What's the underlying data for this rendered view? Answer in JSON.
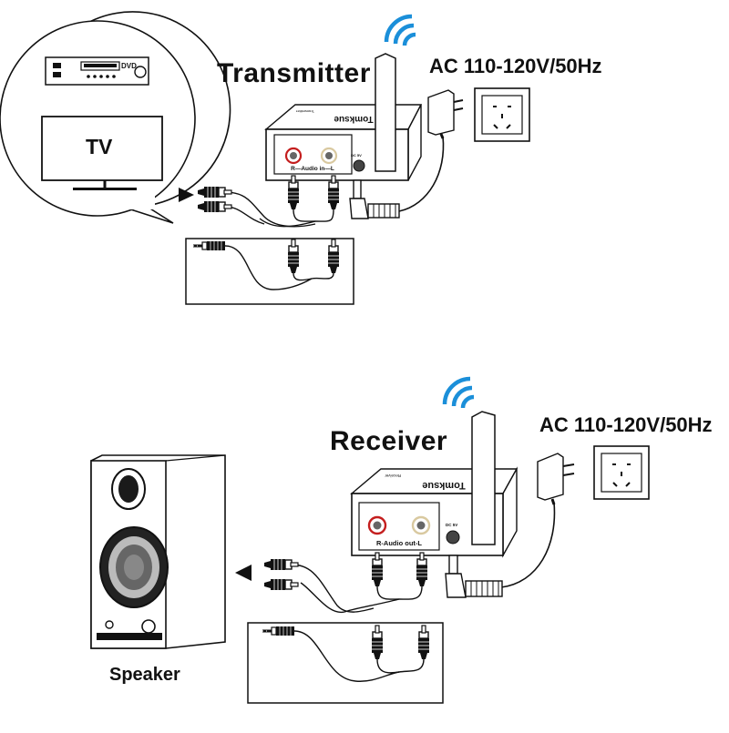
{
  "transmitter": {
    "title": "Transmitter",
    "power_label": "AC 110-120V/50Hz",
    "brand": "Tomksue",
    "model": "Transmitter",
    "port_label": "R—Audio in—L",
    "dc_label": "DC 5V"
  },
  "receiver": {
    "title": "Receiver",
    "power_label": "AC 110-120V/50Hz",
    "brand": "Tomksue",
    "model": "Receiver",
    "port_label": "R-Audio out-L",
    "dc_label": "DC 5V"
  },
  "source": {
    "tv_label": "TV",
    "dvd_label": "DVD"
  },
  "speaker": {
    "label": "Speaker"
  },
  "icons": [
    "wifi-signal-icon",
    "power-outlet-icon",
    "power-adapter-icon",
    "rca-plug-icon",
    "aux-jack-icon",
    "arrow-icon"
  ]
}
